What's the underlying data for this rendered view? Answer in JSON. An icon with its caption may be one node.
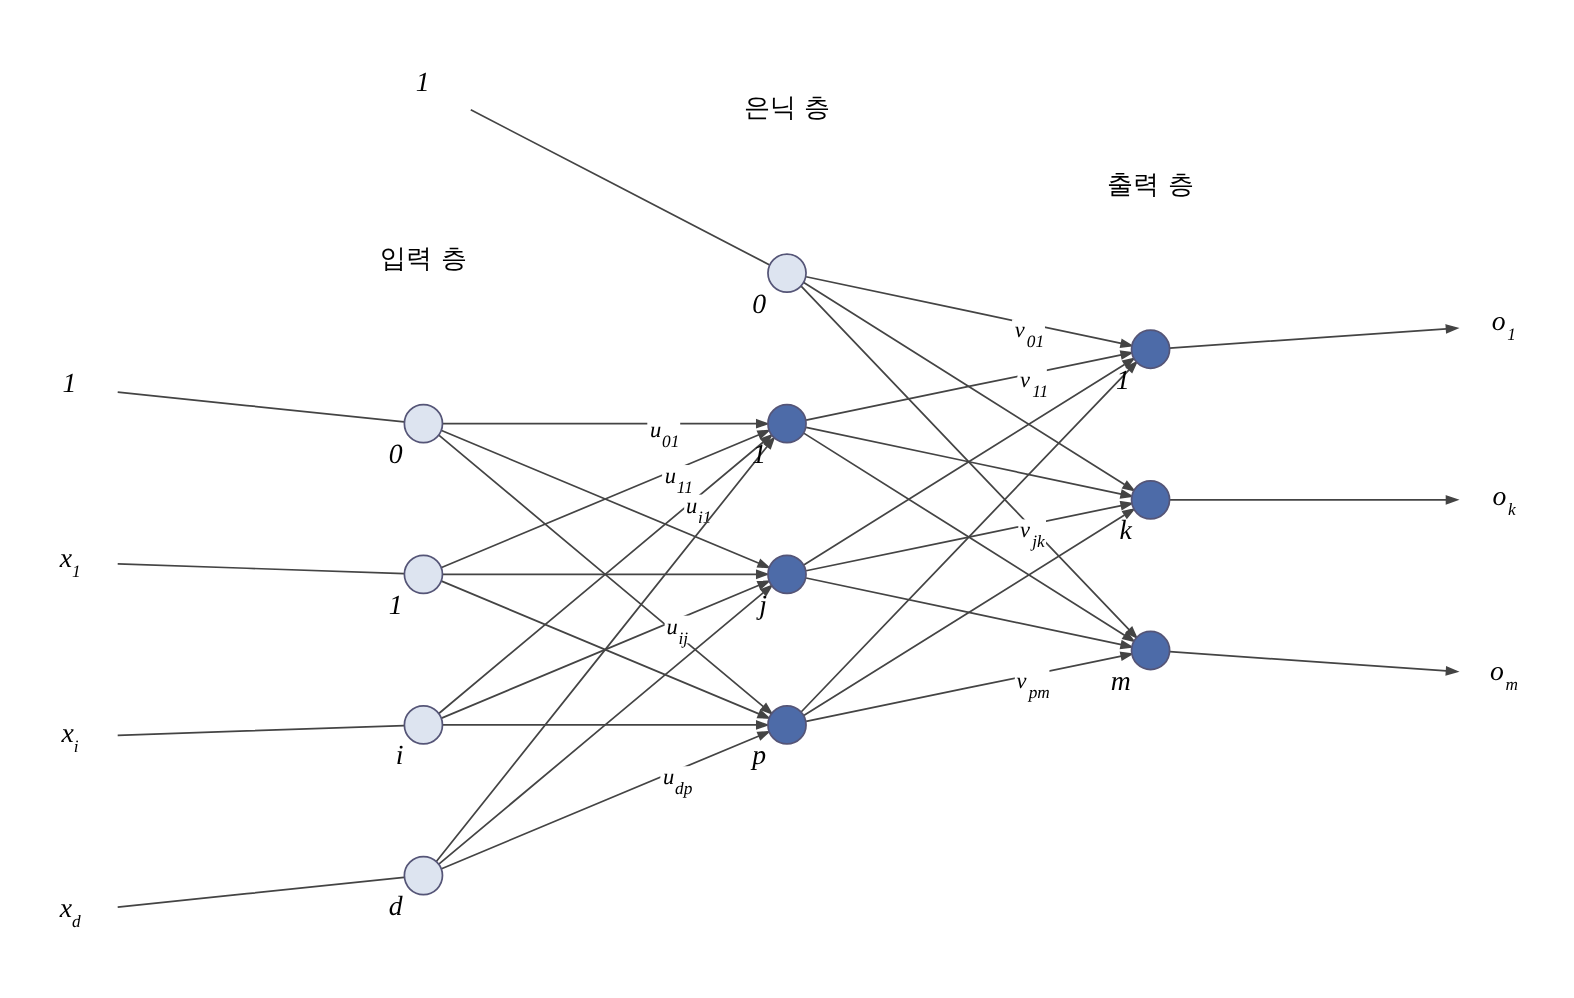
{
  "diagram": {
    "nodes": [
      {
        "text": [
          "1"
        ]
      },
      {
        "text": [],
        "shape": "circle",
        "beside": [
          "0"
        ]
      },
      {
        "text": [
          "x$_{1}$"
        ]
      },
      {
        "text": [],
        "shape": "circle",
        "beside": [
          "1"
        ]
      },
      {
        "text": [
          "x$_{i}$"
        ]
      },
      {
        "text": [],
        "shape": "circle",
        "beside": [
          "i"
        ]
      },
      {
        "text": [
          "x$_{d}$"
        ]
      },
      {
        "text": [],
        "shape": "circle",
        "beside": [
          "d"
        ]
      },
      {
        "text": [
          "1"
        ]
      },
      {
        "text": [],
        "shape": "circle",
        "beside": [
          "0"
        ]
      },
      {
        "text": [],
        "shape": "circle",
        "beside": [
          "1"
        ]
      },
      {
        "text": [],
        "shape": "circle",
        "beside": [
          "j"
        ]
      },
      {
        "text": [],
        "shape": "circle",
        "beside": [
          "p"
        ]
      },
      {
        "text": [],
        "shape": "circle",
        "beside": [
          "1"
        ]
      },
      {
        "text": [],
        "shape": "circle",
        "beside": [
          "k"
        ]
      },
      {
        "text": [],
        "shape": "circle",
        "beside": [
          "m"
        ]
      },
      {
        "text": [
          "o$_{1}$"
        ]
      },
      {
        "text": [
          "o$_{k}$"
        ]
      },
      {
        "text": [
          "o$_{m}$"
        ]
      }
    ],
    "edges": [
      {
        "from": 0,
        "to": 1,
        "arrow": "none"
      },
      {
        "from": 2,
        "to": 3,
        "arrow": "none"
      },
      {
        "from": 4,
        "to": 5,
        "arrow": "none"
      },
      {
        "from": 6,
        "to": 7,
        "arrow": "none"
      },
      {
        "from": 8,
        "to": 9,
        "arrow": "none"
      },
      {
        "from": 1,
        "to": 10,
        "arrow": "to",
        "label": "u$_{01}$"
      },
      {
        "from": 1,
        "to": 11,
        "arrow": "to"
      },
      {
        "from": 1,
        "to": 12,
        "arrow": "to"
      },
      {
        "from": 3,
        "to": 10,
        "arrow": "to",
        "label": "u$_{11}$"
      },
      {
        "from": 3,
        "to": 11,
        "arrow": "to"
      },
      {
        "from": 3,
        "to": 12,
        "arrow": "to"
      },
      {
        "from": 5,
        "to": 10,
        "arrow": "to",
        "label": "u$_{i1}$"
      },
      {
        "from": 5,
        "to": 11,
        "arrow": "to",
        "label": "u$_{ij}$"
      },
      {
        "from": 5,
        "to": 12,
        "arrow": "to"
      },
      {
        "from": 7,
        "to": 10,
        "arrow": "to"
      },
      {
        "from": 7,
        "to": 11,
        "arrow": "to"
      },
      {
        "from": 7,
        "to": 12,
        "arrow": "to",
        "label": "u$_{dp}$"
      },
      {
        "from": 9,
        "to": 13,
        "arrow": "to",
        "label": "v$_{01}$"
      },
      {
        "from": 9,
        "to": 14,
        "arrow": "to"
      },
      {
        "from": 9,
        "to": 15,
        "arrow": "to"
      },
      {
        "from": 10,
        "to": 13,
        "arrow": "to",
        "label": "v$_{11}$"
      },
      {
        "from": 10,
        "to": 14,
        "arrow": "to"
      },
      {
        "from": 10,
        "to": 15,
        "arrow": "to"
      },
      {
        "from": 11,
        "to": 13,
        "arrow": "to"
      },
      {
        "from": 11,
        "to": 14,
        "arrow": "to",
        "label": "v$_{jk}$"
      },
      {
        "from": 11,
        "to": 15,
        "arrow": "to"
      },
      {
        "from": 12,
        "to": 13,
        "arrow": "to"
      },
      {
        "from": 12,
        "to": 14,
        "arrow": "to"
      },
      {
        "from": 12,
        "to": 15,
        "arrow": "to",
        "label": "v$_{pm}$"
      },
      {
        "from": 13,
        "to": 16,
        "arrow": "to"
      },
      {
        "from": 14,
        "to": 17,
        "arrow": "to"
      },
      {
        "from": 15,
        "to": 18,
        "arrow": "to"
      }
    ],
    "labels": [
      "입력 층",
      "은닉 층",
      "출력 층"
    ]
  }
}
